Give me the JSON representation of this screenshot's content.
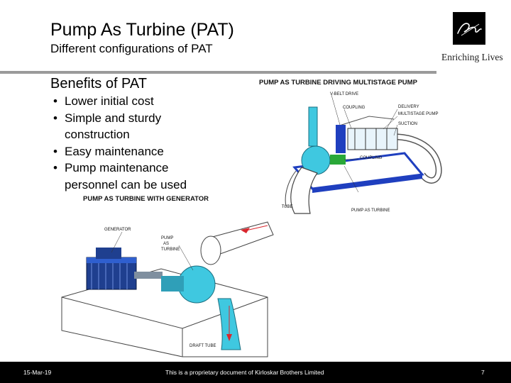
{
  "slide": {
    "title": "Pump As Turbine (PAT)",
    "subtitle": "Different configurations of PAT"
  },
  "brand": {
    "tagline": "Enriching Lives"
  },
  "benefits": {
    "heading": "Benefits of PAT",
    "items": [
      "Lower initial cost",
      "Simple and sturdy",
      "construction",
      "Easy maintenance",
      "Pump maintenance",
      "personnel can be used"
    ]
  },
  "figure_multistage": {
    "caption": "PUMP AS  TURBINE DRIVING MULTISTAGE PUMP",
    "labels": {
      "v_belt": "V-BELT DRIVE",
      "coupling_top": "COUPLING",
      "delivery": "DELIVERY",
      "multistage": "MULTISTAGE PUMP",
      "suction": "SUCTION",
      "coupling_bottom": "COUPLING",
      "draft_tube": "DRAFT TUBE",
      "pat": "PUMP AS TURBINE"
    }
  },
  "figure_generator": {
    "caption": "PUMP AS  TURBINE WITH GENERATOR",
    "labels": {
      "generator": "GENERATOR",
      "pump_l1": "PUMP",
      "pump_l2": "AS",
      "pump_l3": "TURBINE",
      "draft_tube": "DRAFT TUBE"
    }
  },
  "footer": {
    "date": "15-Mar-19",
    "notice": "This is a proprietary document of  Kirloskar Brothers Limited",
    "page": "7"
  },
  "colors": {
    "footer_bg": "#000000",
    "rule": "#9a9a9a",
    "pump_cyan": "#3fc8e0",
    "base_blue": "#1f3fbf",
    "motor_blue": "#1f3f8f"
  }
}
